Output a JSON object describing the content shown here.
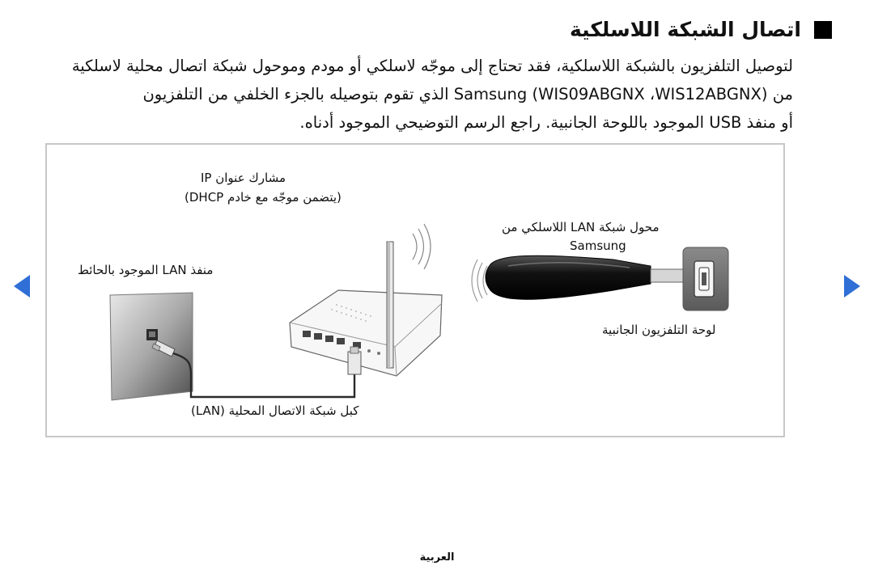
{
  "section": {
    "title": "اتصال الشبكة اللاسلكية"
  },
  "body": {
    "line1": "لتوصيل التلفزيون بالشبكة اللاسلكية، فقد تحتاج إلى موجّه لاسلكي أو مودم وموحول شبكة اتصال محلية لاسلكية",
    "line2": "من (WIS09ABGNX ،WIS12ABGNX) Samsung الذي تقوم بتوصيله بالجزء الخلفي من التلفزيون",
    "line3": "أو منفذ USB الموجود باللوحة الجانبية. راجع الرسم التوضيحي الموجود أدناه."
  },
  "diagram": {
    "router_label_line1": "مشارك عنوان IP",
    "router_label_line2": "(يتضمن موجّه مع خادم DHCP)",
    "adapter_label_line1": "محول شبكة LAN اللاسلكي من",
    "adapter_label_line2": "Samsung",
    "wall_port_label": "منفذ LAN الموجود بالحائط",
    "tv_panel_label": "لوحة التلفزيون الجانبية",
    "cable_label": "كبل شبكة الاتصال المحلية (LAN)"
  },
  "nav": {
    "prev_icon": "triangle-left-icon",
    "next_icon": "triangle-right-icon",
    "accent_color": "#2f6fd6"
  },
  "footer": {
    "language": "العربية"
  }
}
